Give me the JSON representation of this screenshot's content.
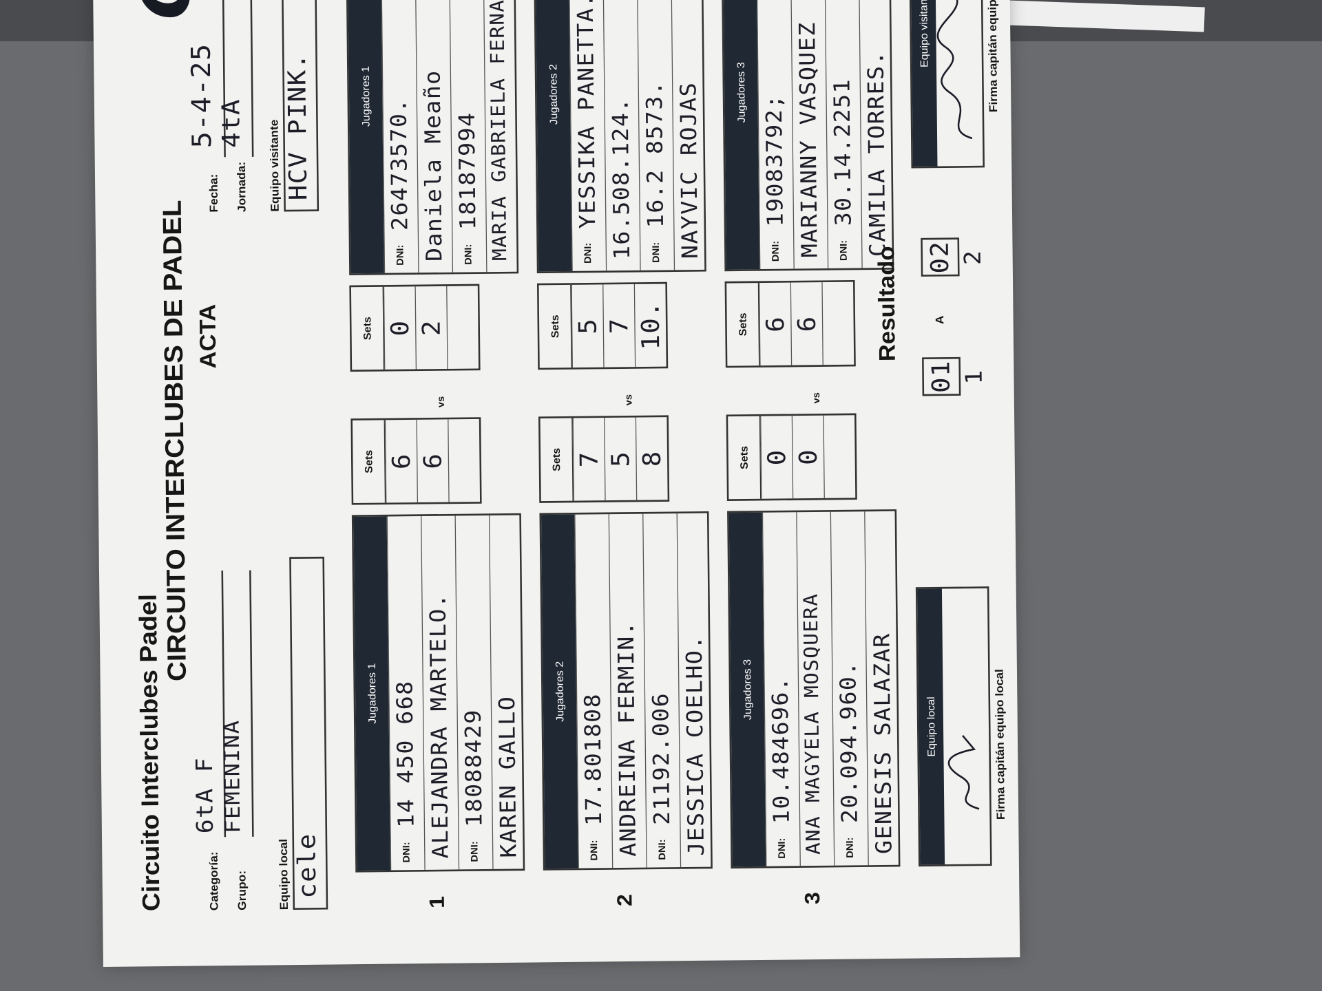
{
  "header": {
    "org_title": "Circuito Interclubes Padel",
    "main_title": "CIRCUITO INTERCLUBES DE PADEL",
    "doc_title": "ACTA",
    "logo_text": "CIP"
  },
  "labels": {
    "categoria": "Categoría:",
    "grupo": "Grupo:",
    "fecha": "Fecha:",
    "jornada": "Jornada:",
    "equipo_local": "Equipo local",
    "equipo_visitante": "Equipo visitante",
    "sets": "Sets",
    "dni": "DNI:",
    "vs": "vs",
    "resultado": "Resultado",
    "a": "A",
    "firma_local": "Firma capitán equipo local",
    "firma_visitante": "Firma capitán equipo visitante"
  },
  "form": {
    "categoria": "6tA F",
    "grupo": "FEMENINA",
    "fecha": "5-4-25",
    "jornada": "4tA",
    "equipo_local": "cele",
    "equipo_visitante": "HCV PINK."
  },
  "matches": [
    {
      "number": "1",
      "local_header": "Jugadores 1",
      "visitor_header": "Jugadores 1",
      "local": {
        "dni1": "14 450 668",
        "name1": "ALEJANDRA MARTELO.",
        "dni2": "18088429",
        "name2": "KAREN GALLO"
      },
      "local_sets": [
        "6",
        "6",
        ""
      ],
      "visitor_sets": [
        "0",
        "2",
        ""
      ],
      "visitor": {
        "dni1": "26473570.",
        "name1": "Daniela Meaño",
        "dni2": "18187994",
        "name2": "MARIA GABRIELA FERNANDEZ"
      }
    },
    {
      "number": "2",
      "local_header": "Jugadores 2",
      "visitor_header": "Jugadores 2",
      "local": {
        "dni1": "17.801808",
        "name1": "ANDREINA FERMIN.",
        "dni2": "21192.006",
        "name2": "JESSICA COELHO."
      },
      "local_sets": [
        "7",
        "5",
        "8"
      ],
      "visitor_sets": [
        "5",
        "7",
        "10."
      ],
      "visitor": {
        "dni1": "YESSIKA PANETTA.",
        "name1": "16.508.124.",
        "dni2": "16.2 8573.",
        "name2": "NAYVIC ROJAS"
      }
    },
    {
      "number": "3",
      "local_header": "Jugadores 3",
      "visitor_header": "Jugadores 3",
      "local": {
        "dni1": "10.484696.",
        "name1": "ANA MAGYELA MOSQUERA",
        "dni2": "20.094.960.",
        "name2": "GENESIS SALAZAR"
      },
      "local_sets": [
        "0",
        "0",
        ""
      ],
      "visitor_sets": [
        "6",
        "6",
        ""
      ],
      "visitor": {
        "dni1": "19083792;",
        "name1": "MARIANNY VASQUEZ",
        "dni2": "30.14.2251",
        "name2": "CAMILA TORRES."
      }
    }
  ],
  "result": {
    "local_score": "01",
    "local_under": "1",
    "visitor_score": "02",
    "visitor_under": "2"
  }
}
